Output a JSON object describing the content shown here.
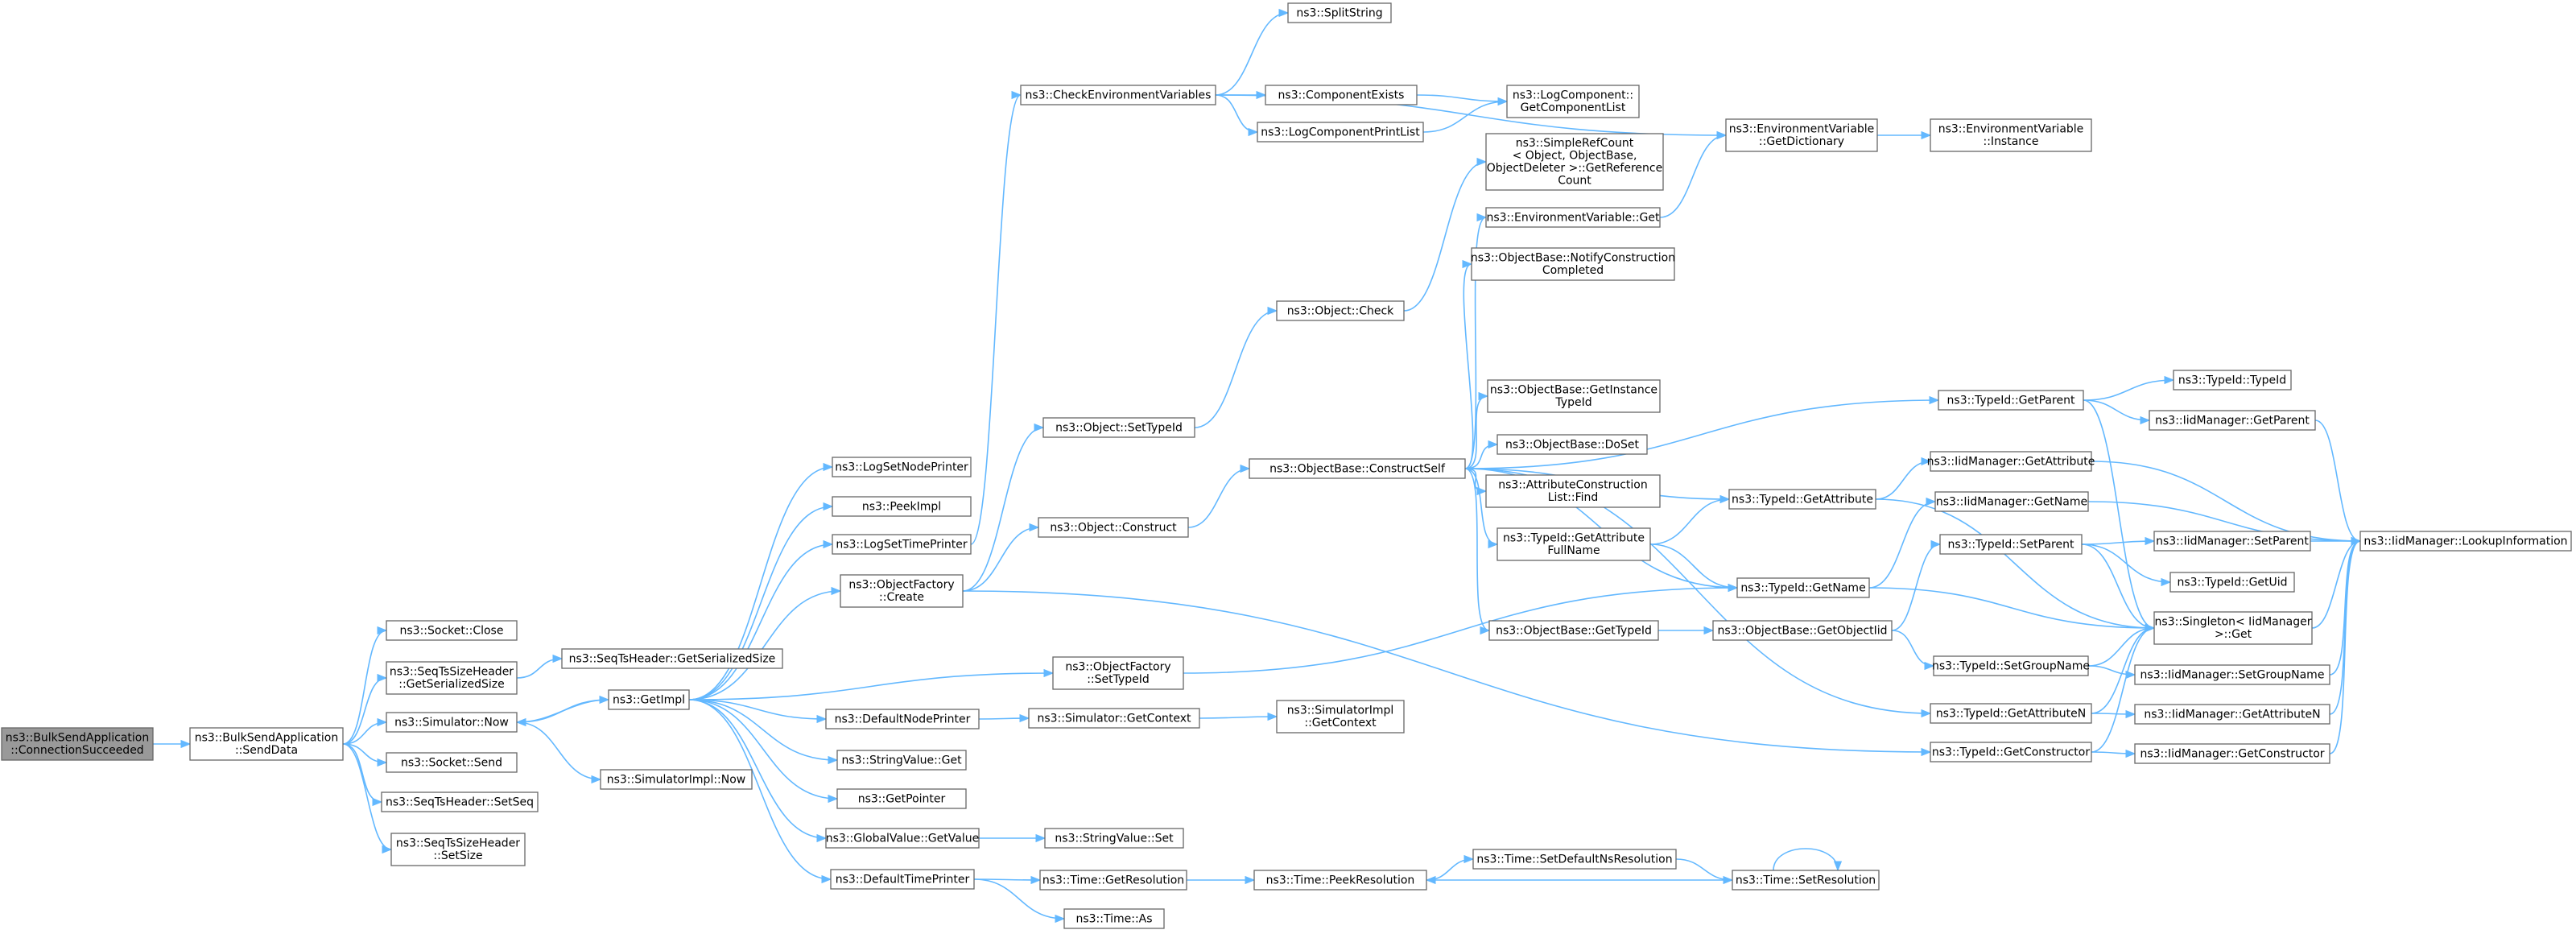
{
  "graph": {
    "direction": "left-to-right",
    "colors": {
      "edge": "#63b8ff",
      "node_border": "#666666",
      "root_fill": "#999999",
      "node_fill": "#ffffff"
    },
    "nodes": [
      {
        "id": "root",
        "lines": [
          "ns3::BulkSendApplication",
          "::ConnectionSucceeded"
        ],
        "root": true
      },
      {
        "id": "senddata",
        "lines": [
          "ns3::BulkSendApplication",
          "::SendData"
        ]
      },
      {
        "id": "socket_close",
        "lines": [
          "ns3::Socket::Close"
        ]
      },
      {
        "id": "seqts_getser",
        "lines": [
          "ns3::SeqTsSizeHeader",
          "::GetSerializedSize"
        ]
      },
      {
        "id": "sim_now",
        "lines": [
          "ns3::Simulator::Now"
        ]
      },
      {
        "id": "socket_send",
        "lines": [
          "ns3::Socket::Send"
        ]
      },
      {
        "id": "seqts_setseq",
        "lines": [
          "ns3::SeqTsHeader::SetSeq"
        ]
      },
      {
        "id": "seqts_setsize",
        "lines": [
          "ns3::SeqTsSizeHeader",
          "::SetSize"
        ]
      },
      {
        "id": "seqtsh_getser",
        "lines": [
          "ns3::SeqTsHeader::GetSerializedSize"
        ]
      },
      {
        "id": "getimpl",
        "lines": [
          "ns3::GetImpl"
        ]
      },
      {
        "id": "simimpl_now",
        "lines": [
          "ns3::SimulatorImpl::Now"
        ]
      },
      {
        "id": "logsetnodeprinter",
        "lines": [
          "ns3::LogSetNodePrinter"
        ]
      },
      {
        "id": "peekimpl",
        "lines": [
          "ns3::PeekImpl"
        ]
      },
      {
        "id": "logsettimeprinter",
        "lines": [
          "ns3::LogSetTimePrinter"
        ]
      },
      {
        "id": "objfactory_create",
        "lines": [
          "ns3::ObjectFactory",
          "::Create"
        ]
      },
      {
        "id": "defaultnodeprinter",
        "lines": [
          "ns3::DefaultNodePrinter"
        ]
      },
      {
        "id": "stringvalue_get",
        "lines": [
          "ns3::StringValue::Get"
        ]
      },
      {
        "id": "getpointer",
        "lines": [
          "ns3::GetPointer"
        ]
      },
      {
        "id": "globalvalue_getvalue",
        "lines": [
          "ns3::GlobalValue::GetValue"
        ]
      },
      {
        "id": "defaulttimeprinter",
        "lines": [
          "ns3::DefaultTimePrinter"
        ]
      },
      {
        "id": "checkenv",
        "lines": [
          "ns3::CheckEnvironmentVariables"
        ]
      },
      {
        "id": "splitstring",
        "lines": [
          "ns3::SplitString"
        ]
      },
      {
        "id": "componentexists",
        "lines": [
          "ns3::ComponentExists"
        ]
      },
      {
        "id": "logcomponentprintlist",
        "lines": [
          "ns3::LogComponentPrintList"
        ]
      },
      {
        "id": "logcomp_getlist",
        "lines": [
          "ns3::LogComponent::",
          "GetComponentList"
        ]
      },
      {
        "id": "envvar_getdict",
        "lines": [
          "ns3::EnvironmentVariable",
          "::GetDictionary"
        ]
      },
      {
        "id": "envvar_instance",
        "lines": [
          "ns3::EnvironmentVariable",
          "::Instance"
        ]
      },
      {
        "id": "simplerefcount",
        "lines": [
          "ns3::SimpleRefCount",
          "< Object, ObjectBase,",
          "ObjectDeleter >::GetReference",
          "Count"
        ]
      },
      {
        "id": "envvar_get",
        "lines": [
          "ns3::EnvironmentVariable::Get"
        ]
      },
      {
        "id": "notifyconstruction",
        "lines": [
          "ns3::ObjectBase::NotifyConstruction",
          "Completed"
        ]
      },
      {
        "id": "object_check",
        "lines": [
          "ns3::Object::Check"
        ]
      },
      {
        "id": "object_settypeid",
        "lines": [
          "ns3::Object::SetTypeId"
        ]
      },
      {
        "id": "object_construct",
        "lines": [
          "ns3::Object::Construct"
        ]
      },
      {
        "id": "constructself",
        "lines": [
          "ns3::ObjectBase::ConstructSelf"
        ]
      },
      {
        "id": "getinstancetypeid",
        "lines": [
          "ns3::ObjectBase::GetInstance",
          "TypeId"
        ]
      },
      {
        "id": "dosset",
        "lines": [
          "ns3::ObjectBase::DoSet"
        ]
      },
      {
        "id": "attrconstlist_find",
        "lines": [
          "ns3::AttributeConstruction",
          "List::Find"
        ]
      },
      {
        "id": "typeid_getattrfullname",
        "lines": [
          "ns3::TypeId::GetAttribute",
          "FullName"
        ]
      },
      {
        "id": "objbase_gettypeid",
        "lines": [
          "ns3::ObjectBase::GetTypeId"
        ]
      },
      {
        "id": "objfactory_settypeid",
        "lines": [
          "ns3::ObjectFactory",
          "::SetTypeId"
        ]
      },
      {
        "id": "sim_getcontext",
        "lines": [
          "ns3::Simulator::GetContext"
        ]
      },
      {
        "id": "simimpl_getcontext",
        "lines": [
          "ns3::SimulatorImpl",
          "::GetContext"
        ]
      },
      {
        "id": "stringvalue_set",
        "lines": [
          "ns3::StringValue::Set"
        ]
      },
      {
        "id": "time_getresolution",
        "lines": [
          "ns3::Time::GetResolution"
        ]
      },
      {
        "id": "time_as",
        "lines": [
          "ns3::Time::As"
        ]
      },
      {
        "id": "time_peekresolution",
        "lines": [
          "ns3::Time::PeekResolution"
        ]
      },
      {
        "id": "time_setdefaultns",
        "lines": [
          "ns3::Time::SetDefaultNsResolution"
        ]
      },
      {
        "id": "time_setresolution",
        "lines": [
          "ns3::Time::SetResolution"
        ]
      },
      {
        "id": "typeid_getattribute",
        "lines": [
          "ns3::TypeId::GetAttribute"
        ]
      },
      {
        "id": "typeid_getname",
        "lines": [
          "ns3::TypeId::GetName"
        ]
      },
      {
        "id": "objbase_getobjectiid",
        "lines": [
          "ns3::ObjectBase::GetObjectIid"
        ]
      },
      {
        "id": "typeid_getparent",
        "lines": [
          "ns3::TypeId::GetParent"
        ]
      },
      {
        "id": "iid_getattribute",
        "lines": [
          "ns3::IidManager::GetAttribute"
        ]
      },
      {
        "id": "iid_getname",
        "lines": [
          "ns3::IidManager::GetName"
        ]
      },
      {
        "id": "typeid_setparent",
        "lines": [
          "ns3::TypeId::SetParent"
        ]
      },
      {
        "id": "typeid_setgroupname",
        "lines": [
          "ns3::TypeId::SetGroupName"
        ]
      },
      {
        "id": "typeid_getattributen",
        "lines": [
          "ns3::TypeId::GetAttributeN"
        ]
      },
      {
        "id": "typeid_getconstructor",
        "lines": [
          "ns3::TypeId::GetConstructor"
        ]
      },
      {
        "id": "typeid_typeid",
        "lines": [
          "ns3::TypeId::TypeId"
        ]
      },
      {
        "id": "iid_getparent",
        "lines": [
          "ns3::IidManager::GetParent"
        ]
      },
      {
        "id": "iid_setparent",
        "lines": [
          "ns3::IidManager::SetParent"
        ]
      },
      {
        "id": "typeid_getuid",
        "lines": [
          "ns3::TypeId::GetUid"
        ]
      },
      {
        "id": "singleton_get",
        "lines": [
          "ns3::Singleton< IidManager",
          ">::Get"
        ]
      },
      {
        "id": "iid_setgroupname",
        "lines": [
          "ns3::IidManager::SetGroupName"
        ]
      },
      {
        "id": "iid_getattributen",
        "lines": [
          "ns3::IidManager::GetAttributeN"
        ]
      },
      {
        "id": "iid_getconstructor",
        "lines": [
          "ns3::IidManager::GetConstructor"
        ]
      },
      {
        "id": "iid_lookupinfo",
        "lines": [
          "ns3::IidManager::LookupInformation"
        ]
      }
    ],
    "edges": [
      [
        "root",
        "senddata"
      ],
      [
        "senddata",
        "socket_close"
      ],
      [
        "senddata",
        "seqts_getser"
      ],
      [
        "senddata",
        "sim_now"
      ],
      [
        "senddata",
        "socket_send"
      ],
      [
        "senddata",
        "seqts_setseq"
      ],
      [
        "senddata",
        "seqts_setsize"
      ],
      [
        "seqts_getser",
        "seqtsh_getser"
      ],
      [
        "sim_now",
        "getimpl"
      ],
      [
        "sim_now",
        "simimpl_now"
      ],
      [
        "getimpl",
        "logsetnodeprinter"
      ],
      [
        "getimpl",
        "peekimpl"
      ],
      [
        "getimpl",
        "logsettimeprinter"
      ],
      [
        "getimpl",
        "objfactory_create"
      ],
      [
        "getimpl",
        "objfactory_settypeid"
      ],
      [
        "getimpl",
        "defaultnodeprinter"
      ],
      [
        "getimpl",
        "stringvalue_get"
      ],
      [
        "getimpl",
        "getpointer"
      ],
      [
        "getimpl",
        "globalvalue_getvalue"
      ],
      [
        "getimpl",
        "defaulttimeprinter"
      ],
      [
        "getimpl",
        "sim_now"
      ],
      [
        "logsettimeprinter",
        "checkenv"
      ],
      [
        "checkenv",
        "splitstring"
      ],
      [
        "checkenv",
        "componentexists"
      ],
      [
        "checkenv",
        "logcomponentprintlist"
      ],
      [
        "checkenv",
        "envvar_getdict"
      ],
      [
        "componentexists",
        "logcomp_getlist"
      ],
      [
        "logcomponentprintlist",
        "logcomp_getlist"
      ],
      [
        "envvar_getdict",
        "envvar_instance"
      ],
      [
        "objfactory_create",
        "object_settypeid"
      ],
      [
        "objfactory_create",
        "object_construct"
      ],
      [
        "objfactory_create",
        "typeid_getconstructor"
      ],
      [
        "object_settypeid",
        "object_check"
      ],
      [
        "object_check",
        "simplerefcount"
      ],
      [
        "object_construct",
        "constructself"
      ],
      [
        "constructself",
        "envvar_get"
      ],
      [
        "constructself",
        "notifyconstruction"
      ],
      [
        "constructself",
        "getinstancetypeid"
      ],
      [
        "constructself",
        "dosset"
      ],
      [
        "constructself",
        "attrconstlist_find"
      ],
      [
        "constructself",
        "typeid_getattrfullname"
      ],
      [
        "constructself",
        "objbase_gettypeid"
      ],
      [
        "constructself",
        "typeid_getparent"
      ],
      [
        "constructself",
        "typeid_getattribute"
      ],
      [
        "constructself",
        "typeid_getname"
      ],
      [
        "constructself",
        "typeid_getattributen"
      ],
      [
        "envvar_get",
        "envvar_getdict"
      ],
      [
        "typeid_getattrfullname",
        "typeid_getattribute"
      ],
      [
        "typeid_getattrfullname",
        "typeid_getname"
      ],
      [
        "objbase_gettypeid",
        "objbase_getobjectiid"
      ],
      [
        "objfactory_settypeid",
        "typeid_getname"
      ],
      [
        "defaultnodeprinter",
        "sim_getcontext"
      ],
      [
        "sim_getcontext",
        "simimpl_getcontext"
      ],
      [
        "globalvalue_getvalue",
        "stringvalue_set"
      ],
      [
        "defaulttimeprinter",
        "time_getresolution"
      ],
      [
        "defaulttimeprinter",
        "time_as"
      ],
      [
        "time_getresolution",
        "time_peekresolution"
      ],
      [
        "time_peekresolution",
        "time_setdefaultns"
      ],
      [
        "time_setdefaultns",
        "time_setresolution"
      ],
      [
        "time_setresolution",
        "time_peekresolution"
      ],
      [
        "time_setresolution",
        "time_setresolution"
      ],
      [
        "typeid_getattribute",
        "iid_getattribute"
      ],
      [
        "typeid_getattribute",
        "singleton_get"
      ],
      [
        "typeid_getname",
        "iid_getname"
      ],
      [
        "typeid_getname",
        "singleton_get"
      ],
      [
        "objbase_getobjectiid",
        "typeid_setparent"
      ],
      [
        "objbase_getobjectiid",
        "typeid_setgroupname"
      ],
      [
        "typeid_getparent",
        "typeid_typeid"
      ],
      [
        "typeid_getparent",
        "iid_getparent"
      ],
      [
        "typeid_getparent",
        "singleton_get"
      ],
      [
        "iid_getattribute",
        "iid_lookupinfo"
      ],
      [
        "iid_getname",
        "iid_lookupinfo"
      ],
      [
        "typeid_setparent",
        "iid_setparent"
      ],
      [
        "typeid_setparent",
        "typeid_getuid"
      ],
      [
        "typeid_setparent",
        "singleton_get"
      ],
      [
        "typeid_setgroupname",
        "iid_setgroupname"
      ],
      [
        "typeid_setgroupname",
        "singleton_get"
      ],
      [
        "typeid_getattributen",
        "iid_getattributen"
      ],
      [
        "typeid_getattributen",
        "singleton_get"
      ],
      [
        "typeid_getconstructor",
        "iid_getconstructor"
      ],
      [
        "typeid_getconstructor",
        "singleton_get"
      ],
      [
        "iid_getparent",
        "iid_lookupinfo"
      ],
      [
        "iid_setparent",
        "iid_lookupinfo"
      ],
      [
        "singleton_get",
        "iid_lookupinfo"
      ],
      [
        "iid_setgroupname",
        "iid_lookupinfo"
      ],
      [
        "iid_getattributen",
        "iid_lookupinfo"
      ],
      [
        "iid_getconstructor",
        "iid_lookupinfo"
      ]
    ]
  }
}
